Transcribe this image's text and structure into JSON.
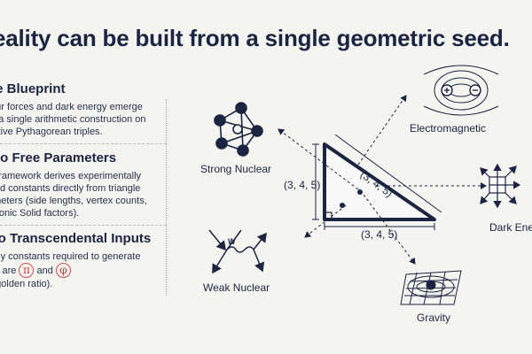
{
  "headline": "eality can be built from a single geometric seed.",
  "sections": [
    {
      "title": "he Blueprint",
      "lines": [
        "four forces and dark energy emerge",
        "m a single arithmetic construction on",
        "mitive Pythagorean triples."
      ]
    },
    {
      "title": "ero Free Parameters",
      "lines": [
        "e framework derives experimentally",
        "ified constants directly from triangle",
        "ameters (side lengths, vertex counts,",
        "rmonic Solid factors)."
      ]
    },
    {
      "title": "wo Transcendental Inputs",
      "lines": [
        " only constants required to generate",
        "lity are"
      ],
      "symbol_pi": "π",
      "and": "and",
      "symbol_phi": "φ",
      "last_line": "e golden ratio)."
    }
  ],
  "triangle": {
    "left_label": "(3, 4, 5)",
    "hyp_label": "(3, 4, 5)",
    "bottom_label": "(3, 4, 5)"
  },
  "forces": {
    "strong": "Strong Nuclear",
    "weak": "Weak Nuclear",
    "em": "Electromagnetic",
    "gravity": "Gravity",
    "dark": "Dark Ene"
  },
  "w_label": "W",
  "colors": {
    "ink": "#1b2440",
    "accent": "#c03b3b",
    "background": "#f4f4f1"
  },
  "icons": [
    "strong-nuclear-icon",
    "weak-nuclear-icon",
    "electromagnetic-icon",
    "gravity-icon",
    "dark-energy-icon"
  ]
}
